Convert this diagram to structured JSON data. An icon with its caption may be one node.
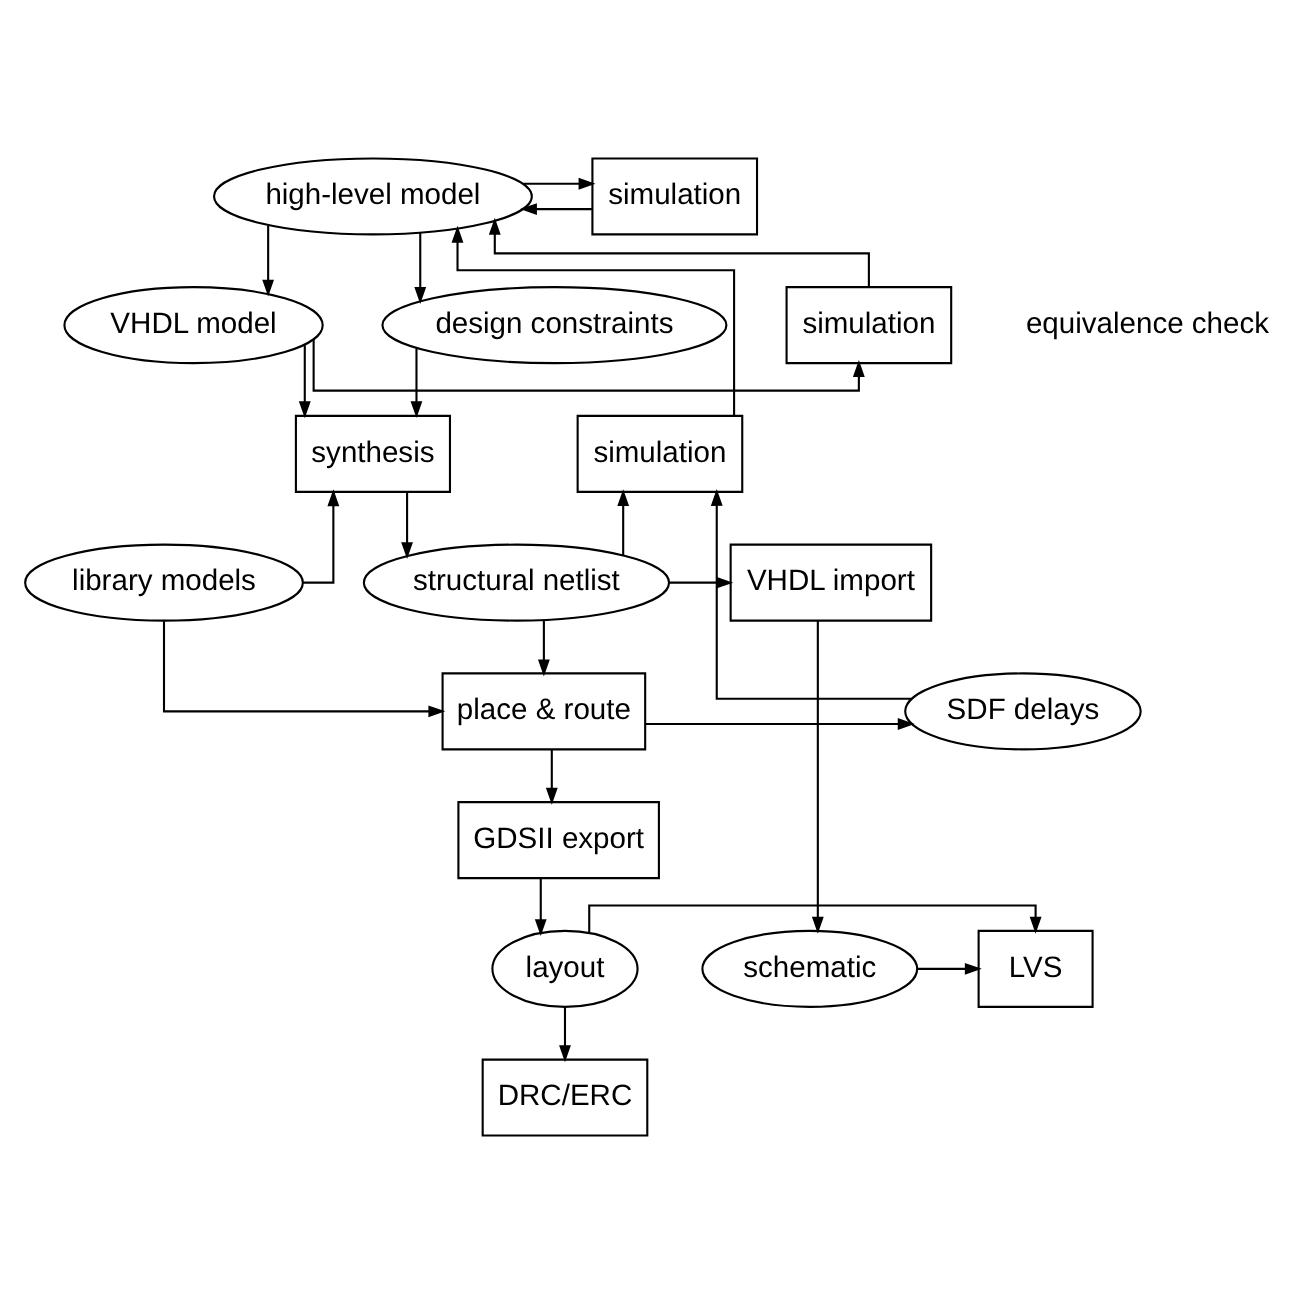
{
  "diagram": {
    "nodes": [
      {
        "text": [
          "high-level model"
        ]
      },
      {
        "text": [
          "simulation"
        ]
      },
      {
        "text": [
          "design constraints"
        ]
      },
      {
        "text": [
          "VHDL model"
        ]
      },
      {
        "text": [
          "simulation"
        ]
      },
      {
        "text": [
          "synthesis"
        ]
      },
      {
        "text": [
          "simulation"
        ]
      },
      {
        "text": [
          "library models"
        ]
      },
      {
        "text": [
          "structural netlist"
        ]
      },
      {
        "text": [
          "VHDL import"
        ]
      },
      {
        "text": [
          "place & route"
        ]
      },
      {
        "text": [
          "SDF delays"
        ]
      },
      {
        "text": [
          "GDSII export"
        ]
      },
      {
        "text": [
          "layout"
        ]
      },
      {
        "text": [
          "LVS"
        ]
      },
      {
        "text": [
          "schematic"
        ]
      },
      {
        "text": [
          "DRC/ERC"
        ]
      }
    ],
    "edges": [
      {
        "from": 0,
        "to": 1,
        "arrow": "to"
      },
      {
        "from": 0,
        "to": 2,
        "arrow": "to"
      },
      {
        "from": 0,
        "to": 3,
        "arrow": "to"
      },
      {
        "from": 3,
        "to": 4,
        "arrow": "to"
      },
      {
        "from": 1,
        "to": 0,
        "arrow": "to"
      },
      {
        "from": 4,
        "to": 0,
        "arrow": "to"
      },
      {
        "from": 6,
        "to": 0,
        "arrow": "to"
      },
      {
        "from": 2,
        "to": 5,
        "arrow": "to"
      },
      {
        "from": 3,
        "to": 5,
        "arrow": "to"
      },
      {
        "from": 7,
        "to": 5,
        "arrow": "to"
      },
      {
        "from": 5,
        "to": 8,
        "arrow": "to"
      },
      {
        "from": 8,
        "to": 6,
        "arrow": "to"
      },
      {
        "from": 8,
        "to": 9,
        "arrow": "to"
      },
      {
        "from": 8,
        "to": 10,
        "arrow": "to"
      },
      {
        "from": 7,
        "to": 10,
        "arrow": "to"
      },
      {
        "from": 10,
        "to": 11,
        "arrow": "to"
      },
      {
        "from": 11,
        "to": 6,
        "arrow": "to"
      },
      {
        "from": 9,
        "to": 15,
        "arrow": "to"
      },
      {
        "from": 10,
        "to": 12,
        "arrow": "to"
      },
      {
        "from": 12,
        "to": 13,
        "arrow": "to"
      },
      {
        "from": 13,
        "to": 14,
        "arrow": "to"
      },
      {
        "from": 15,
        "to": 14,
        "arrow": "to"
      },
      {
        "from": 13,
        "to": 16,
        "arrow": "to"
      }
    ],
    "labels": [
      "equivalence check"
    ]
  }
}
